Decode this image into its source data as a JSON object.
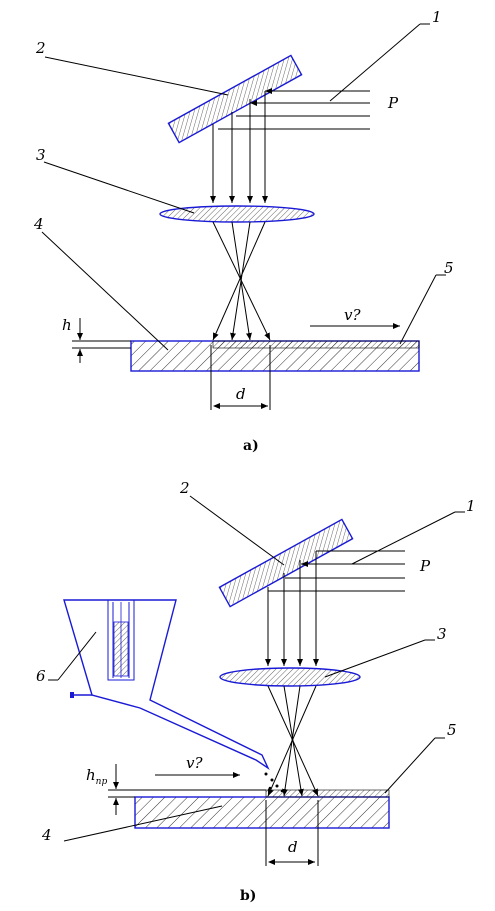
{
  "figure_a": {
    "caption": "a)",
    "labels": {
      "n1": "1",
      "n2": "2",
      "n3": "3",
      "n4": "4",
      "n5": "5",
      "P": "P",
      "v": "v?",
      "h": "h",
      "d": "d"
    }
  },
  "figure_b": {
    "caption": "b)",
    "labels": {
      "n1": "1",
      "n2": "2",
      "n3": "3",
      "n4": "4",
      "n5": "5",
      "n6": "6",
      "P": "P",
      "v": "v?",
      "h": "h",
      "h_sub": "пр",
      "d": "d"
    }
  },
  "colors": {
    "outline": "#1a1ad6",
    "ink": "#000000"
  }
}
